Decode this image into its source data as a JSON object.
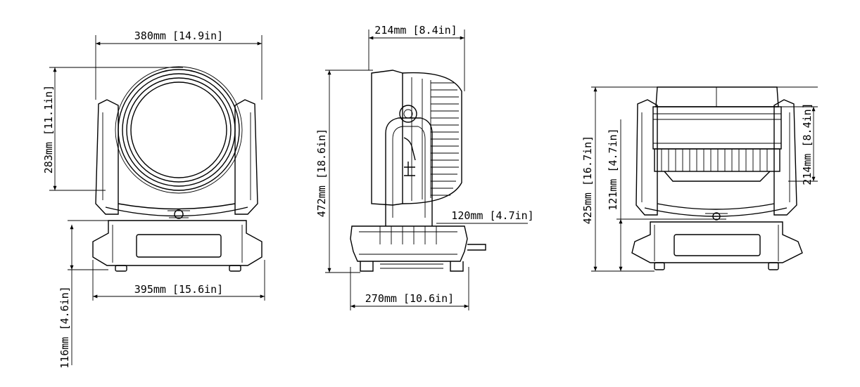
{
  "front_view": {
    "width_top": "380mm [14.9in]",
    "head_height": "283mm [11.1in]",
    "base_width": "395mm [15.6in]",
    "base_height": "116mm [4.6in]"
  },
  "side_view": {
    "head_depth": "214mm [8.4in]",
    "total_height": "472mm [18.6in]",
    "handle_offset": "120mm [4.7in]",
    "base_depth": "270mm [10.6in]"
  },
  "back_view": {
    "total_height": "425mm [16.7in]",
    "lower_height": "121mm [4.7in]",
    "head_height": "214mm [8.4in]"
  },
  "colors": {
    "line": "#000000",
    "background": "#ffffff"
  }
}
